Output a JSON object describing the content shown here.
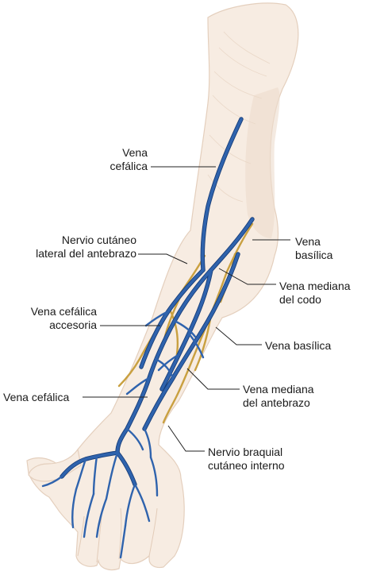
{
  "labels": {
    "vena_cefalica_upper": [
      "Vena",
      "cefálica"
    ],
    "nervio_cutaneo_lateral": [
      "Nervio cutáneo",
      "lateral del antebrazo"
    ],
    "vena_cefalica_accesoria": [
      "Vena cefálica",
      "accesoria"
    ],
    "vena_cefalica_lower": [
      "Vena cefálica"
    ],
    "vena_basilica_upper": [
      "Vena",
      "basílica"
    ],
    "vena_mediana_codo": [
      "Vena mediana",
      "del codo"
    ],
    "vena_basilica_lower": [
      "Vena basílica"
    ],
    "vena_mediana_antebrazo": [
      "Vena mediana",
      "del antebrazo"
    ],
    "nervio_braquial": [
      "Nervio braquial",
      "cutáneo interno"
    ]
  },
  "colors": {
    "skin": "#f7ece2",
    "skin_shadow": "#e9d6c6",
    "vein": "#2f63ad",
    "vein_outline": "#183e79",
    "nerve": "#c9a040",
    "leader": "#222222"
  }
}
